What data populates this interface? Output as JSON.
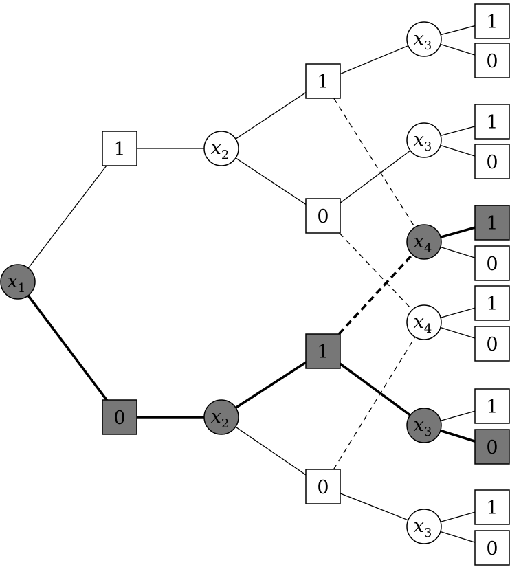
{
  "colors": {
    "highlight": "#777777",
    "plain": "#ffffff",
    "line": "#000000"
  },
  "var_nodes": [
    {
      "id": "x1",
      "name": "x",
      "sub": "1",
      "highlight": true
    },
    {
      "id": "x2a",
      "name": "x",
      "sub": "2",
      "highlight": false
    },
    {
      "id": "x2b",
      "name": "x",
      "sub": "2",
      "highlight": true
    },
    {
      "id": "x3a",
      "name": "x",
      "sub": "3",
      "highlight": false
    },
    {
      "id": "x3b",
      "name": "x",
      "sub": "3",
      "highlight": false
    },
    {
      "id": "x4a",
      "name": "x",
      "sub": "4",
      "highlight": true
    },
    {
      "id": "x4b",
      "name": "x",
      "sub": "4",
      "highlight": false
    },
    {
      "id": "x3c",
      "name": "x",
      "sub": "3",
      "highlight": true
    },
    {
      "id": "x3d",
      "name": "x",
      "sub": "3",
      "highlight": false
    }
  ],
  "value_nodes": [
    {
      "id": "v1",
      "label": "1",
      "highlight": false
    },
    {
      "id": "v0",
      "label": "0",
      "highlight": true
    },
    {
      "id": "v11",
      "label": "1",
      "highlight": false
    },
    {
      "id": "v10",
      "label": "0",
      "highlight": false
    },
    {
      "id": "v01",
      "label": "1",
      "highlight": true
    },
    {
      "id": "v00",
      "label": "0",
      "highlight": false
    },
    {
      "id": "l_x3a_1",
      "label": "1",
      "highlight": false
    },
    {
      "id": "l_x3a_0",
      "label": "0",
      "highlight": false
    },
    {
      "id": "l_x3b_1",
      "label": "1",
      "highlight": false
    },
    {
      "id": "l_x3b_0",
      "label": "0",
      "highlight": false
    },
    {
      "id": "l_x4a_1",
      "label": "1",
      "highlight": true
    },
    {
      "id": "l_x4a_0",
      "label": "0",
      "highlight": false
    },
    {
      "id": "l_x4b_1",
      "label": "1",
      "highlight": false
    },
    {
      "id": "l_x4b_0",
      "label": "0",
      "highlight": false
    },
    {
      "id": "l_x3c_1",
      "label": "1",
      "highlight": false
    },
    {
      "id": "l_x3c_0",
      "label": "0",
      "highlight": true
    },
    {
      "id": "l_x3d_1",
      "label": "1",
      "highlight": false
    },
    {
      "id": "l_x3d_0",
      "label": "0",
      "highlight": false
    }
  ],
  "edges": [
    {
      "from": "x1",
      "to": "v1",
      "style": "solid",
      "bold": false
    },
    {
      "from": "x1",
      "to": "v0",
      "style": "solid",
      "bold": true
    },
    {
      "from": "v1",
      "to": "x2a",
      "style": "solid",
      "bold": false
    },
    {
      "from": "v0",
      "to": "x2b",
      "style": "solid",
      "bold": true
    },
    {
      "from": "x2a",
      "to": "v11",
      "style": "solid",
      "bold": false
    },
    {
      "from": "x2a",
      "to": "v10",
      "style": "solid",
      "bold": false
    },
    {
      "from": "x2b",
      "to": "v01",
      "style": "solid",
      "bold": true
    },
    {
      "from": "x2b",
      "to": "v00",
      "style": "solid",
      "bold": false
    },
    {
      "from": "v11",
      "to": "x3a",
      "style": "solid",
      "bold": false
    },
    {
      "from": "v10",
      "to": "x3b",
      "style": "solid",
      "bold": false
    },
    {
      "from": "v01",
      "to": "x3c",
      "style": "solid",
      "bold": true
    },
    {
      "from": "v00",
      "to": "x3d",
      "style": "solid",
      "bold": false
    },
    {
      "from": "v11",
      "to": "x4a",
      "style": "dashed",
      "bold": false
    },
    {
      "from": "v10",
      "to": "x4b",
      "style": "dashed",
      "bold": false
    },
    {
      "from": "v01",
      "to": "x4a",
      "style": "dashed",
      "bold": true
    },
    {
      "from": "v00",
      "to": "x4b",
      "style": "dashed",
      "bold": false
    },
    {
      "from": "x3a",
      "to": "l_x3a_1",
      "style": "solid",
      "bold": false
    },
    {
      "from": "x3a",
      "to": "l_x3a_0",
      "style": "solid",
      "bold": false
    },
    {
      "from": "x3b",
      "to": "l_x3b_1",
      "style": "solid",
      "bold": false
    },
    {
      "from": "x3b",
      "to": "l_x3b_0",
      "style": "solid",
      "bold": false
    },
    {
      "from": "x4a",
      "to": "l_x4a_1",
      "style": "solid",
      "bold": true
    },
    {
      "from": "x4a",
      "to": "l_x4a_0",
      "style": "solid",
      "bold": false
    },
    {
      "from": "x4b",
      "to": "l_x4b_1",
      "style": "solid",
      "bold": false
    },
    {
      "from": "x4b",
      "to": "l_x4b_0",
      "style": "solid",
      "bold": false
    },
    {
      "from": "x3c",
      "to": "l_x3c_1",
      "style": "solid",
      "bold": false
    },
    {
      "from": "x3c",
      "to": "l_x3c_0",
      "style": "solid",
      "bold": true
    },
    {
      "from": "x3d",
      "to": "l_x3d_1",
      "style": "solid",
      "bold": false
    },
    {
      "from": "x3d",
      "to": "l_x3d_0",
      "style": "solid",
      "bold": false
    }
  ]
}
